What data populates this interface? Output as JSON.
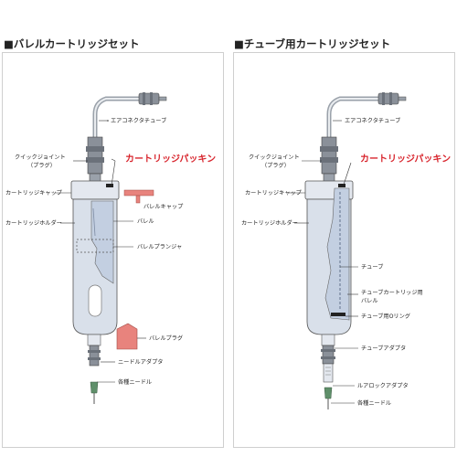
{
  "left": {
    "title": "■バレルカートリッジセット",
    "labels": {
      "air_tube": "エアコネクタチューブ",
      "quick_joint_1": "クイックジョイント",
      "quick_joint_2": "（プラグ）",
      "packing": "カートリッジパッキン",
      "cap": "カートリッジキャップ",
      "barrel_cap": "バレルキャップ",
      "holder": "カートリッジホルダー",
      "barrel": "バレル",
      "plunger": "バレルプランジャ",
      "plug": "バレルプラグ",
      "needle_adapter": "ニードルアダプタ",
      "needle": "各種ニードル"
    }
  },
  "right": {
    "title": "■チューブ用カートリッジセット",
    "labels": {
      "air_tube": "エアコネクタチューブ",
      "quick_joint_1": "クイックジョイント",
      "quick_joint_2": "（プラグ）",
      "packing": "カートリッジパッキン",
      "cap": "カートリッジキャップ",
      "holder": "カートリッジホルダー",
      "tube": "チューブ",
      "tube_barrel_1": "チューブカートリッジ用",
      "tube_barrel_2": "バレル",
      "o_ring": "チューブ用Oリング",
      "tube_adapter": "チューブアダプタ",
      "luer_adapter": "ルアロックアダプタ",
      "needle": "各種ニードル"
    }
  },
  "colors": {
    "accent": "#d8262e",
    "holder": "#d9e0ea",
    "metal": "#8a9099",
    "barrel": "#c9d3e3",
    "plug": "#e8837d",
    "needle": "#5f8f6a"
  }
}
